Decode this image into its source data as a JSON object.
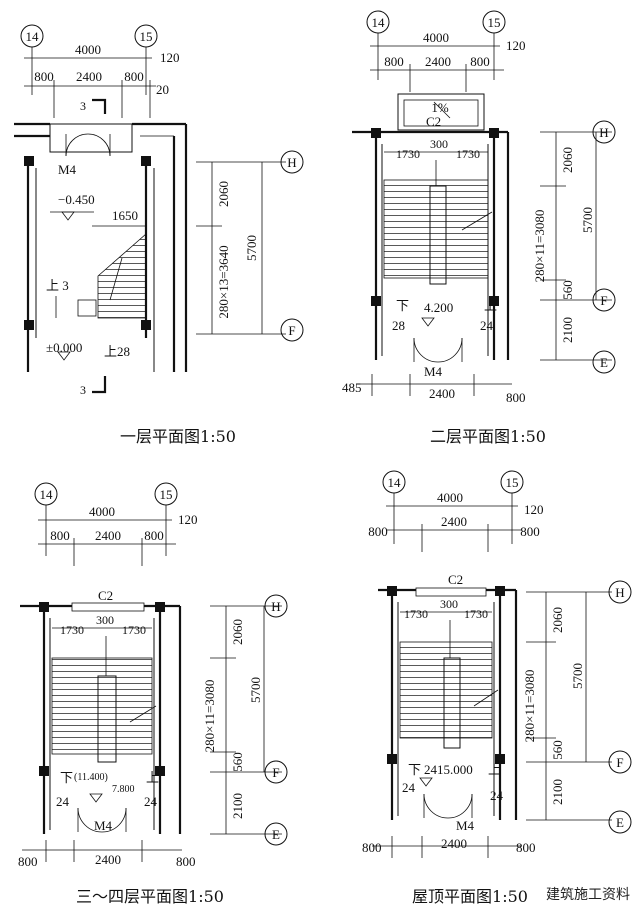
{
  "drawings": [
    {
      "id": "floor1",
      "caption": "一层平面图1:50",
      "axes": [
        "14",
        "15",
        "H",
        "F"
      ],
      "dims": {
        "total": "4000",
        "left": "800",
        "mid": "2400",
        "right": "800",
        "edge1": "120",
        "edge2": "20",
        "v1": "2060",
        "v2": "280×13=3640",
        "vtotal": "5700",
        "run": "1650"
      },
      "labels": {
        "door": "M4",
        "section": "3",
        "elev1": "−0.450",
        "elev2": "±0.000",
        "up1": "上 3",
        "up2": "上28"
      }
    },
    {
      "id": "floor2",
      "caption": "二层平面图1:50",
      "axes": [
        "14",
        "15",
        "H",
        "F",
        "E"
      ],
      "dims": {
        "total": "4000",
        "left": "800",
        "mid": "2400",
        "right": "800",
        "edge": "120",
        "w1": "1730",
        "w2": "300",
        "w3": "1730",
        "v1": "2060",
        "v2": "280×11=3080",
        "v3": "560",
        "v4": "2100",
        "vtotal": "5700",
        "bottom_left": "485",
        "bottom_mid": "2400",
        "bottom_right": "800"
      },
      "labels": {
        "slope": "1%",
        "window": "C2",
        "door": "M4",
        "elev": "4.200",
        "down": "下",
        "down_n": "28",
        "up": "上",
        "up_n": "24"
      }
    },
    {
      "id": "floor34",
      "caption": "三～四层平面图1:50",
      "axes": [
        "14",
        "15",
        "H",
        "F",
        "E"
      ],
      "dims": {
        "total": "4000",
        "left": "800",
        "mid": "2400",
        "right": "800",
        "edge": "120",
        "w1": "1730",
        "w2": "300",
        "w3": "1730",
        "v1": "2060",
        "v2": "280×11=3080",
        "v3": "560",
        "v4": "2100",
        "vtotal": "5700",
        "bottom_left": "800",
        "bottom_mid": "2400",
        "bottom_right": "800"
      },
      "labels": {
        "window": "C2",
        "door": "M4",
        "elev1": "(11.400)",
        "elev2": "7.800",
        "down": "下",
        "down_n": "24",
        "up": "上",
        "up_n": "24"
      }
    },
    {
      "id": "roof",
      "caption": "屋顶平面图1:50",
      "axes": [
        "14",
        "15",
        "H",
        "F",
        "E"
      ],
      "dims": {
        "total": "4000",
        "left": "800",
        "mid": "2400",
        "right": "800",
        "edge": "120",
        "w1": "1730",
        "w2": "300",
        "w3": "1730",
        "v1": "2060",
        "v2": "280×11=3080",
        "v3": "560",
        "v4": "2100",
        "vtotal": "5700",
        "bottom_left": "800",
        "bottom_mid": "2400",
        "bottom_right": "800"
      },
      "labels": {
        "window": "C2",
        "door": "M4",
        "elev": "2415.000",
        "down": "下",
        "down_n": "24",
        "up": "上",
        "up_n": "24"
      }
    }
  ],
  "watermark": "建筑施工资料"
}
